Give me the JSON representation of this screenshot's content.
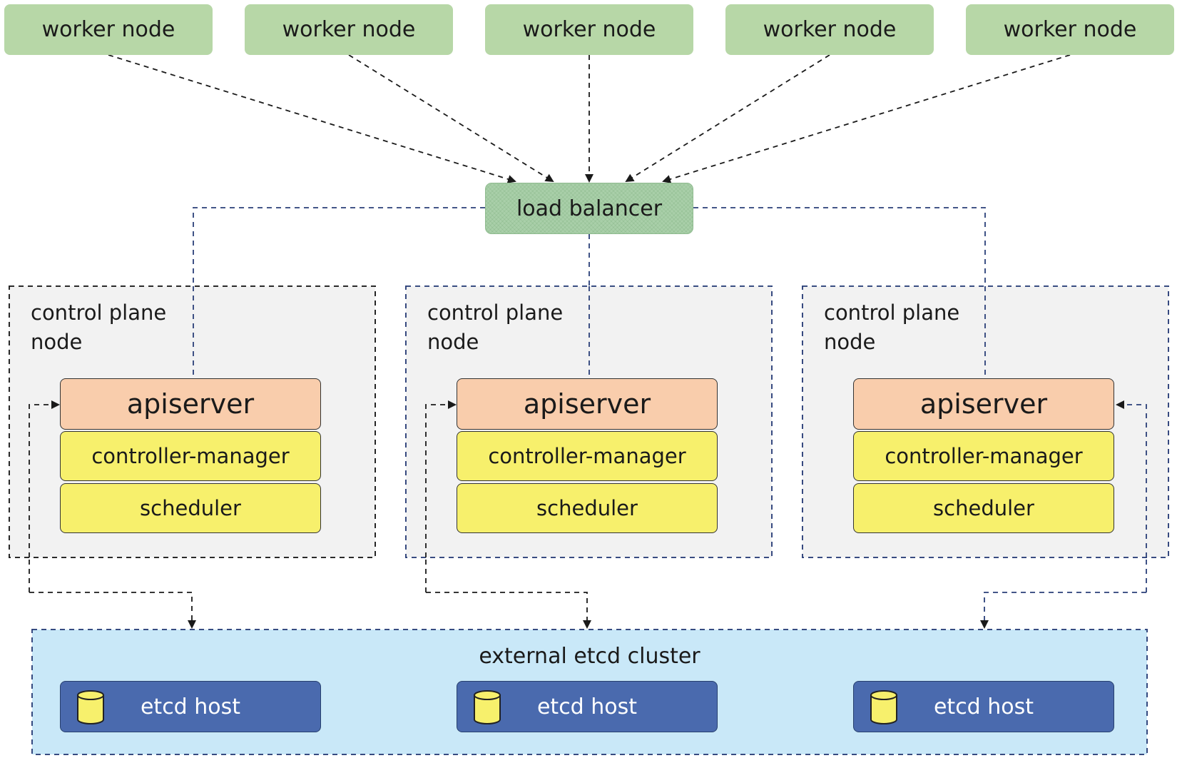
{
  "workers": [
    "worker node",
    "worker node",
    "worker node",
    "worker node",
    "worker node"
  ],
  "load_balancer": "load balancer",
  "control_planes": [
    {
      "label": "control plane node",
      "apiserver": "apiserver",
      "controller_manager": "controller-manager",
      "scheduler": "scheduler"
    },
    {
      "label": "control plane node",
      "apiserver": "apiserver",
      "controller_manager": "controller-manager",
      "scheduler": "scheduler"
    },
    {
      "label": "control plane node",
      "apiserver": "apiserver",
      "controller_manager": "controller-manager",
      "scheduler": "scheduler"
    }
  ],
  "etcd": {
    "title": "external etcd cluster",
    "hosts": [
      "etcd host",
      "etcd host",
      "etcd host"
    ]
  },
  "colors": {
    "worker": "#b7d7a7",
    "load_balancer": "#a9cfa9",
    "apiserver": "#f9cdac",
    "component": "#f7f06c",
    "control_plane_bg": "#f2f2f2",
    "etcd_cluster_bg": "#c9e8f8",
    "etcd_host": "#4a6aae",
    "db_icon": "#f7f06c",
    "wire_black": "#1a1a1a",
    "wire_blue": "#2a3f78"
  },
  "icons": {
    "etcd_host": "database-cylinder-icon"
  }
}
